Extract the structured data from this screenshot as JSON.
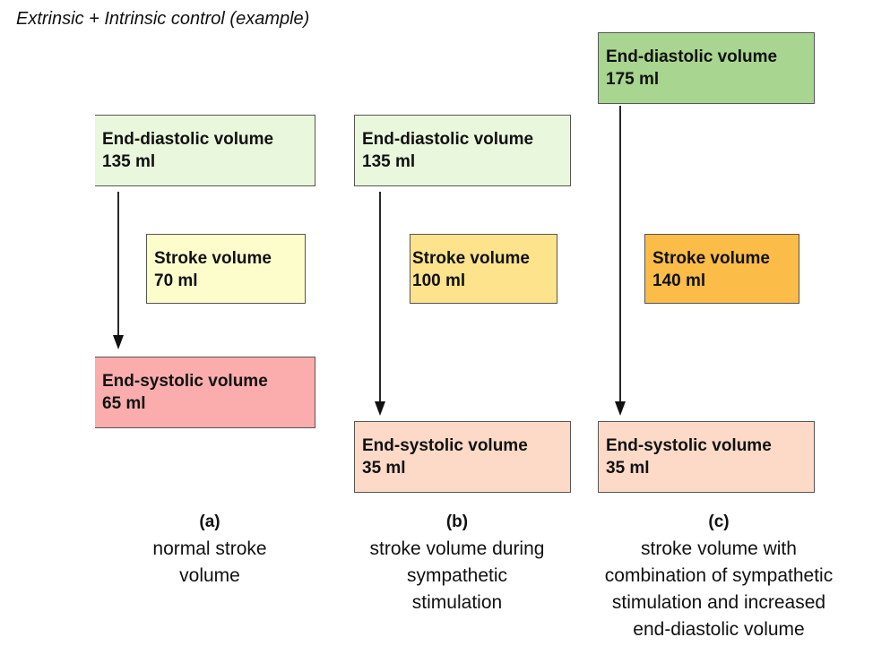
{
  "title": "Extrinsic + Intrinsic control (example)",
  "colors": {
    "edv_light": "#e9f7dc",
    "edv_dark": "#a8d58f",
    "sv_a": "#fdfdcc",
    "sv_b": "#fde38c",
    "sv_c": "#fbbc48",
    "esv_a": "#fbadad",
    "esv_bc": "#fcdac7",
    "arrow": "#111111"
  },
  "panels": [
    {
      "letter": "(a)",
      "caption": [
        "normal stroke",
        "volume"
      ],
      "edv": {
        "label": "End-diastolic volume",
        "value": "135 ml"
      },
      "sv": {
        "label": "Stroke volume",
        "value": "70 ml"
      },
      "esv": {
        "label": "End-systolic volume",
        "value": "65 ml"
      }
    },
    {
      "letter": "(b)",
      "caption": [
        "stroke volume during",
        "sympathetic",
        "stimulation"
      ],
      "edv": {
        "label": "End-diastolic volume",
        "value": "135 ml"
      },
      "sv": {
        "label": "Stroke volume",
        "value": "100 ml"
      },
      "esv": {
        "label": "End-systolic volume",
        "value": "35 ml"
      }
    },
    {
      "letter": "(c)",
      "caption": [
        "stroke volume with",
        "combination of sympathetic",
        "stimulation and increased",
        "end-diastolic volume"
      ],
      "edv": {
        "label": "End-diastolic volume",
        "value": "175 ml"
      },
      "sv": {
        "label": "Stroke volume",
        "value": "140 ml"
      },
      "esv": {
        "label": "End-systolic volume",
        "value": "35 ml"
      }
    }
  ]
}
